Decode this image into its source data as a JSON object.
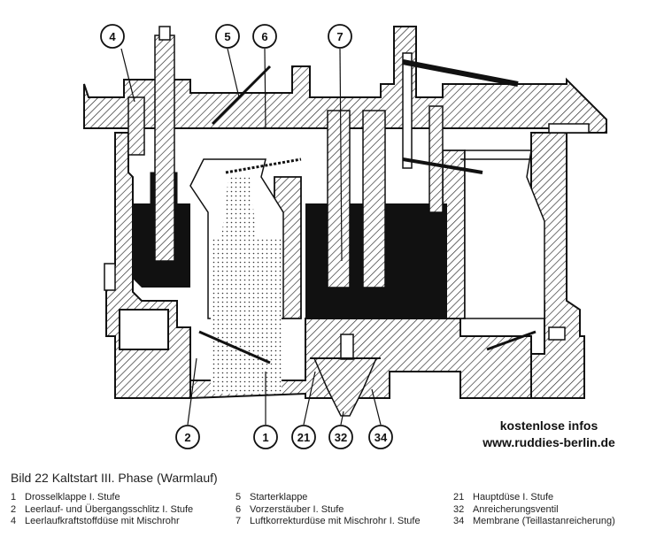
{
  "caption": "Bild 22 Kaltstart III. Phase (Warmlauf)",
  "watermark": {
    "line1": "kostenlose infos",
    "line2": "www.ruddies-berlin.de"
  },
  "callouts": [
    "4",
    "5",
    "6",
    "7",
    "2",
    "1",
    "21",
    "32",
    "34"
  ],
  "legend": {
    "col1": [
      {
        "num": "1",
        "text": "Drosselklappe I. Stufe"
      },
      {
        "num": "2",
        "text": "Leerlauf- und Übergangsschlitz I. Stufe"
      },
      {
        "num": "4",
        "text": "Leerlaufkraftstoffdüse mit Mischrohr"
      }
    ],
    "col2": [
      {
        "num": "5",
        "text": "Starterklappe"
      },
      {
        "num": "6",
        "text": "Vorzerstäuber I. Stufe"
      },
      {
        "num": "7",
        "text": "Luftkorrekturdüse mit Mischrohr I. Stufe"
      }
    ],
    "col3": [
      {
        "num": "21",
        "text": "Hauptdüse I. Stufe"
      },
      {
        "num": "32",
        "text": "Anreicherungsventil"
      },
      {
        "num": "34",
        "text": "Membrane (Teillastanreicherung)"
      }
    ]
  }
}
